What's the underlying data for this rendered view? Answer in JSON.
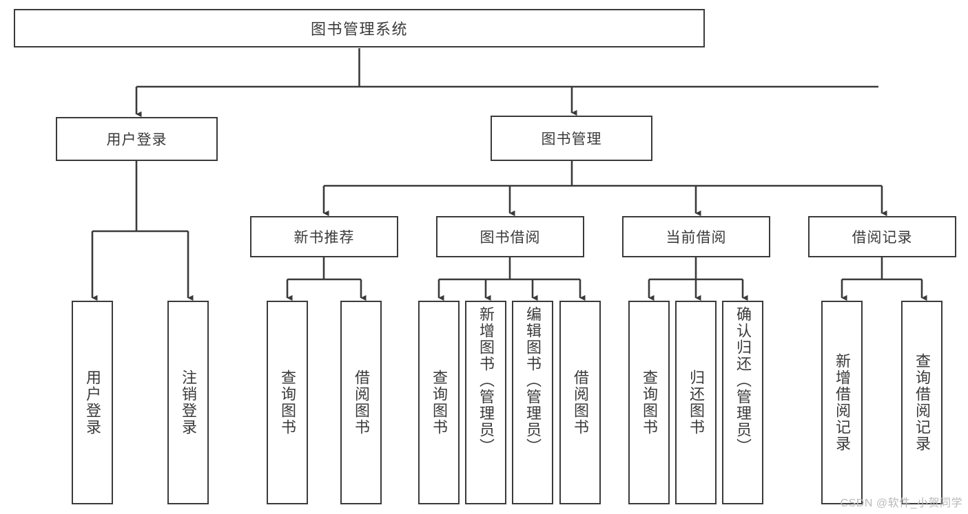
{
  "diagram": {
    "title": "图书管理系统",
    "watermark": "CSDN @软件_小贺同学",
    "root": {
      "label": "图书管理系统"
    },
    "level1": [
      {
        "label": "用户登录"
      },
      {
        "label": "图书管理"
      }
    ],
    "level2": [
      {
        "label": "新书推荐"
      },
      {
        "label": "图书借阅"
      },
      {
        "label": "当前借阅"
      },
      {
        "label": "借阅记录"
      }
    ],
    "leaves": {
      "user_login": [
        {
          "label": "用户登录"
        },
        {
          "label": "注销登录"
        }
      ],
      "new_book": [
        {
          "label": "查询图书"
        },
        {
          "label": "借阅图书"
        }
      ],
      "book_borrow": [
        {
          "label": "查询图书"
        },
        {
          "label": "新增图书（管理员）"
        },
        {
          "label": "编辑图书（管理员）"
        },
        {
          "label": "借阅图书"
        }
      ],
      "current_borrow": [
        {
          "label": "查询图书"
        },
        {
          "label": "归还图书"
        },
        {
          "label": "确认归还（管理员）"
        }
      ],
      "borrow_record": [
        {
          "label": "新增借阅记录"
        },
        {
          "label": "查询借阅记录"
        }
      ]
    },
    "colors": {
      "stroke": "#3a3a3a",
      "background": "#ffffff",
      "watermark": "#b9b9b9"
    }
  }
}
